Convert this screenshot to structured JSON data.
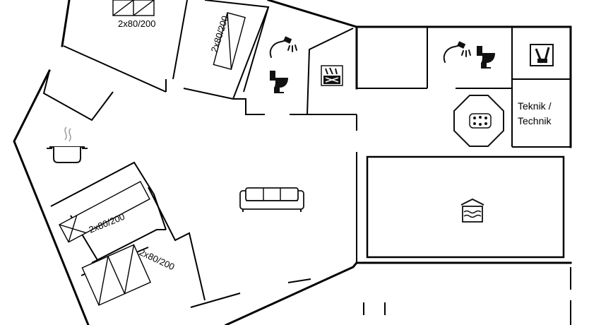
{
  "floorplan": {
    "bed_labels": [
      "2x80/200",
      "2x80/200",
      "2x80/200",
      "2x80/200"
    ],
    "technik_room": {
      "line1": "Teknik /",
      "line2": "Technik"
    },
    "icons": [
      "shower-icon",
      "toilet-icon",
      "sauna-icon",
      "shower-icon",
      "toilet-icon",
      "washing-machine-icon",
      "whirlpool-icon",
      "cooking-pot-icon",
      "sofa-icon",
      "swimming-pool-icon"
    ]
  }
}
